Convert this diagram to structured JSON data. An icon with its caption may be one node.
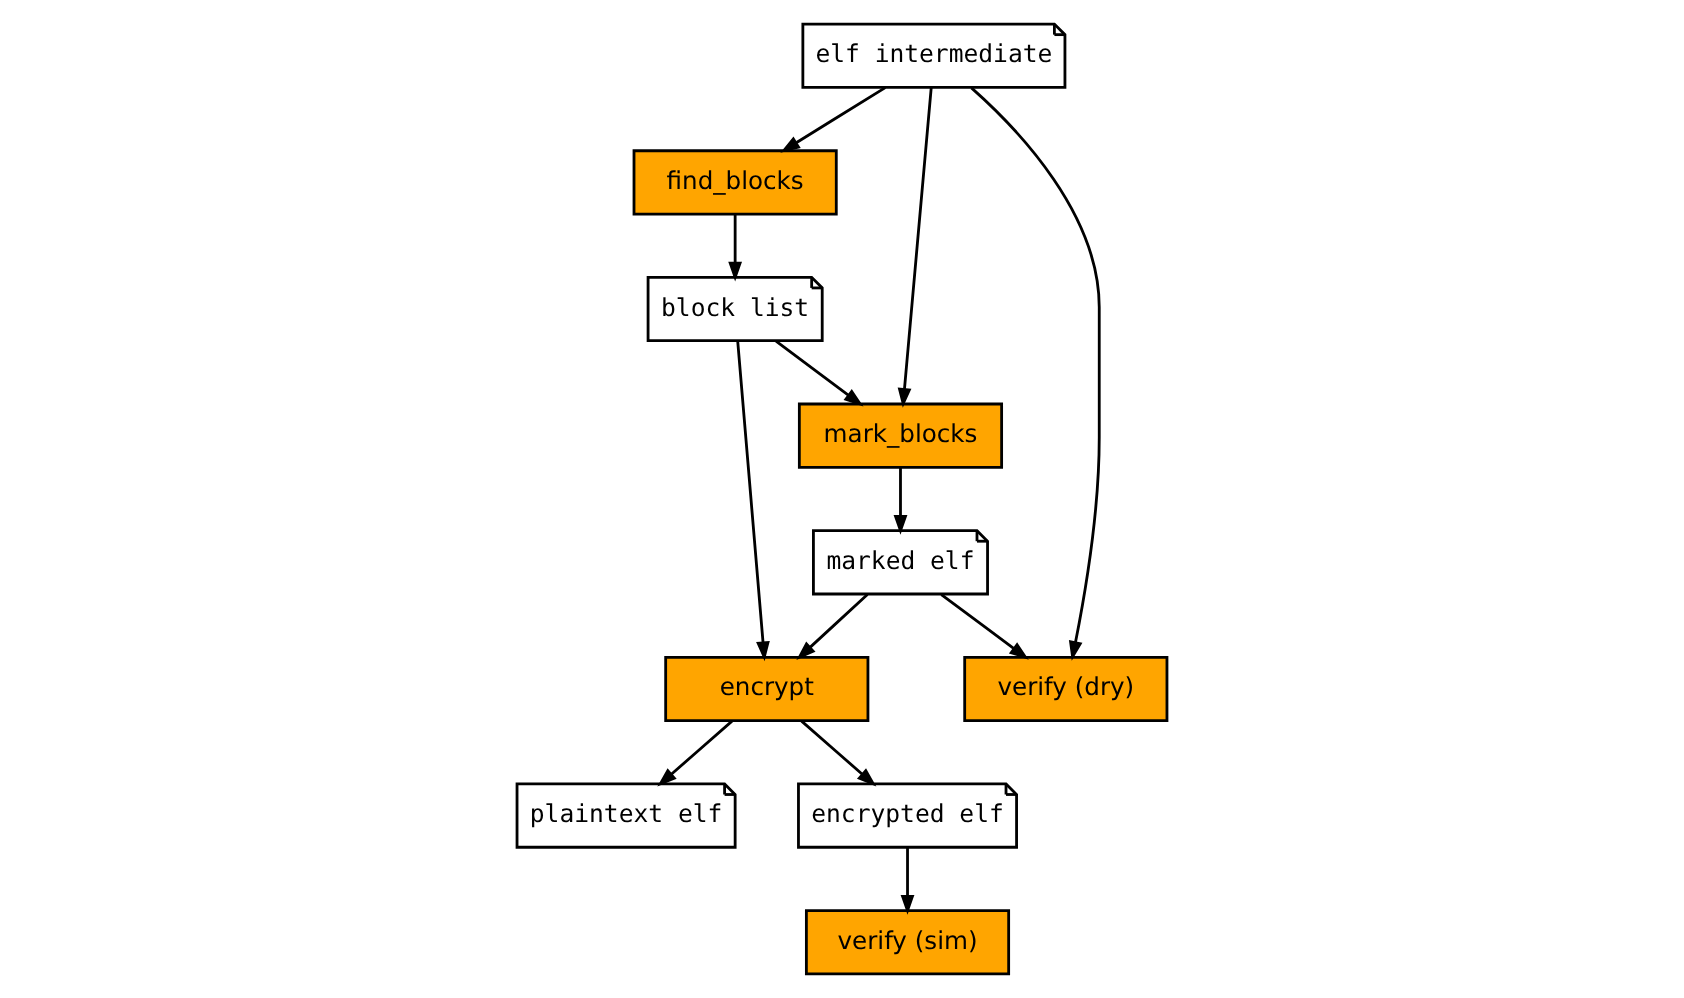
{
  "diagram": {
    "nodes": [
      {
        "text": [
          "elf intermediate"
        ]
      },
      {
        "text": [
          "find_blocks"
        ]
      },
      {
        "text": [
          "block list"
        ]
      },
      {
        "text": [
          "verify (dry)"
        ]
      },
      {
        "text": [
          "marked elf"
        ]
      },
      {
        "text": [
          "mark_blocks"
        ]
      },
      {
        "text": [
          "plaintext elf"
        ]
      },
      {
        "text": [
          "encrypt"
        ]
      },
      {
        "text": [
          "encrypted elf"
        ]
      },
      {
        "text": [
          "verify (sim)"
        ]
      }
    ],
    "edges": [
      {
        "from": 0,
        "to": 1,
        "arrow": "to"
      },
      {
        "from": 1,
        "to": 2,
        "arrow": "to"
      },
      {
        "from": 0,
        "to": 3,
        "arrow": "to"
      },
      {
        "from": 0,
        "to": 5,
        "arrow": "to"
      },
      {
        "from": 2,
        "to": 5,
        "arrow": "to"
      },
      {
        "from": 2,
        "to": 7,
        "arrow": "to"
      },
      {
        "from": 5,
        "to": 4,
        "arrow": "to"
      },
      {
        "from": 4,
        "to": 3,
        "arrow": "to"
      },
      {
        "from": 4,
        "to": 7,
        "arrow": "to"
      },
      {
        "from": 7,
        "to": 6,
        "arrow": "to"
      },
      {
        "from": 7,
        "to": 8,
        "arrow": "to"
      },
      {
        "from": 8,
        "to": 9,
        "arrow": "to"
      }
    ]
  }
}
